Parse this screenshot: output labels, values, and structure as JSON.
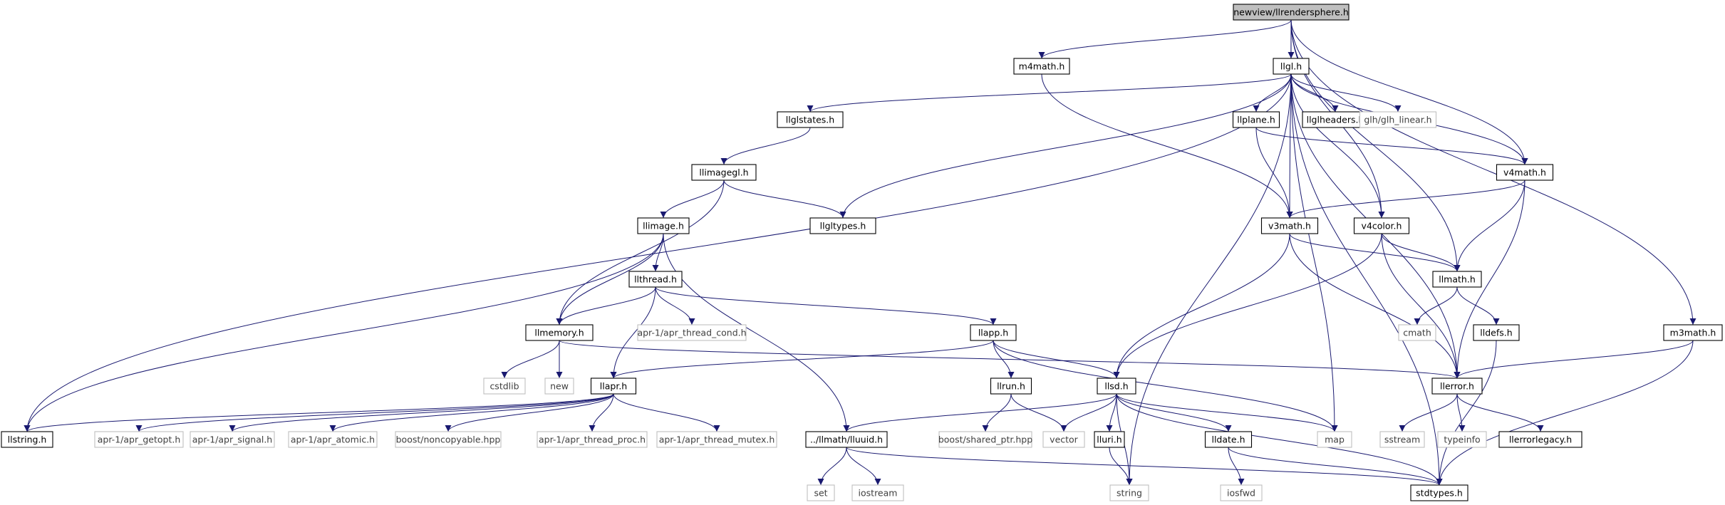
{
  "title": "newview/llrendersphere.h",
  "colors": {
    "edge": "#191970",
    "root_fill": "#bfbfbf",
    "node_border": "#000000",
    "external_border": "#bfbfbf",
    "text": "#000000",
    "external_text": "#404040"
  },
  "nodes": [
    {
      "id": "root",
      "label": "newview/llrendersphere.h",
      "kind": "root"
    },
    {
      "id": "m4math",
      "label": "m4math.h",
      "kind": "file"
    },
    {
      "id": "llgl",
      "label": "llgl.h",
      "kind": "file"
    },
    {
      "id": "m3math",
      "label": "m3math.h",
      "kind": "file"
    },
    {
      "id": "llglstates",
      "label": "llglstates.h",
      "kind": "file"
    },
    {
      "id": "llplane",
      "label": "llplane.h",
      "kind": "file"
    },
    {
      "id": "llglheaders",
      "label": "llglheaders.h",
      "kind": "file"
    },
    {
      "id": "glh",
      "label": "glh/glh_linear.h",
      "kind": "external"
    },
    {
      "id": "llimagegl",
      "label": "llimagegl.h",
      "kind": "file"
    },
    {
      "id": "v4math",
      "label": "v4math.h",
      "kind": "file"
    },
    {
      "id": "llimage",
      "label": "llimage.h",
      "kind": "file"
    },
    {
      "id": "llgltypes",
      "label": "llgltypes.h",
      "kind": "file"
    },
    {
      "id": "v3math",
      "label": "v3math.h",
      "kind": "file"
    },
    {
      "id": "v4color",
      "label": "v4color.h",
      "kind": "file"
    },
    {
      "id": "llthread",
      "label": "llthread.h",
      "kind": "file"
    },
    {
      "id": "llmath",
      "label": "llmath.h",
      "kind": "file"
    },
    {
      "id": "llmemory",
      "label": "llmemory.h",
      "kind": "file"
    },
    {
      "id": "aprcond",
      "label": "apr-1/apr_thread_cond.h",
      "kind": "external"
    },
    {
      "id": "llapp",
      "label": "llapp.h",
      "kind": "file"
    },
    {
      "id": "cmath",
      "label": "cmath",
      "kind": "external"
    },
    {
      "id": "lldefs",
      "label": "lldefs.h",
      "kind": "file"
    },
    {
      "id": "cstdlib",
      "label": "cstdlib",
      "kind": "external"
    },
    {
      "id": "new",
      "label": "new",
      "kind": "external"
    },
    {
      "id": "llapr",
      "label": "llapr.h",
      "kind": "file"
    },
    {
      "id": "llrun",
      "label": "llrun.h",
      "kind": "file"
    },
    {
      "id": "llsd",
      "label": "llsd.h",
      "kind": "file"
    },
    {
      "id": "llerror",
      "label": "llerror.h",
      "kind": "file"
    },
    {
      "id": "llstring",
      "label": "llstring.h",
      "kind": "file"
    },
    {
      "id": "aprgetopt",
      "label": "apr-1/apr_getopt.h",
      "kind": "external"
    },
    {
      "id": "aprsignal",
      "label": "apr-1/apr_signal.h",
      "kind": "external"
    },
    {
      "id": "apratomic",
      "label": "apr-1/apr_atomic.h",
      "kind": "external"
    },
    {
      "id": "boostnc",
      "label": "boost/noncopyable.hpp",
      "kind": "external"
    },
    {
      "id": "aprproc",
      "label": "apr-1/apr_thread_proc.h",
      "kind": "external"
    },
    {
      "id": "aprmutex",
      "label": "apr-1/apr_thread_mutex.h",
      "kind": "external"
    },
    {
      "id": "lluuid",
      "label": "../llmath/lluuid.h",
      "kind": "file"
    },
    {
      "id": "boostsp",
      "label": "boost/shared_ptr.hpp",
      "kind": "external"
    },
    {
      "id": "vector",
      "label": "vector",
      "kind": "external"
    },
    {
      "id": "lluri",
      "label": "lluri.h",
      "kind": "file"
    },
    {
      "id": "lldate",
      "label": "lldate.h",
      "kind": "file"
    },
    {
      "id": "map",
      "label": "map",
      "kind": "external"
    },
    {
      "id": "sstream",
      "label": "sstream",
      "kind": "external"
    },
    {
      "id": "typeinfo",
      "label": "typeinfo",
      "kind": "external"
    },
    {
      "id": "llerrorlegacy",
      "label": "llerrorlegacy.h",
      "kind": "file"
    },
    {
      "id": "set",
      "label": "set",
      "kind": "external"
    },
    {
      "id": "iostream",
      "label": "iostream",
      "kind": "external"
    },
    {
      "id": "string",
      "label": "string",
      "kind": "external"
    },
    {
      "id": "iosfwd",
      "label": "iosfwd",
      "kind": "external"
    },
    {
      "id": "stdtypes",
      "label": "stdtypes.h",
      "kind": "file"
    }
  ],
  "edges": [
    [
      "root",
      "m4math"
    ],
    [
      "root",
      "llgl"
    ],
    [
      "root",
      "m3math"
    ],
    [
      "root",
      "v4math"
    ],
    [
      "root",
      "v3math"
    ],
    [
      "root",
      "v4color"
    ],
    [
      "root",
      "llmath"
    ],
    [
      "m4math",
      "v3math"
    ],
    [
      "llgl",
      "llglstates"
    ],
    [
      "llgl",
      "llplane"
    ],
    [
      "llgl",
      "llglheaders"
    ],
    [
      "llgl",
      "glh"
    ],
    [
      "llgl",
      "llgltypes"
    ],
    [
      "llgl",
      "v4math"
    ],
    [
      "llgl",
      "v4color"
    ],
    [
      "llgl",
      "llstring"
    ],
    [
      "llgl",
      "string"
    ],
    [
      "llgl",
      "map"
    ],
    [
      "llgl",
      "stdtypes"
    ],
    [
      "llgl",
      "llerror"
    ],
    [
      "m3math",
      "llerror"
    ],
    [
      "m3math",
      "stdtypes"
    ],
    [
      "llglstates",
      "llimagegl"
    ],
    [
      "llplane",
      "v3math"
    ],
    [
      "llplane",
      "v4math"
    ],
    [
      "llimagegl",
      "llimage"
    ],
    [
      "llimagegl",
      "llgltypes"
    ],
    [
      "llimagegl",
      "llmemory"
    ],
    [
      "v4math",
      "v3math"
    ],
    [
      "v4math",
      "llmath"
    ],
    [
      "v4math",
      "llerror"
    ],
    [
      "llimage",
      "llthread"
    ],
    [
      "llimage",
      "llmemory"
    ],
    [
      "llimage",
      "lluuid"
    ],
    [
      "llimage",
      "llstring"
    ],
    [
      "v3math",
      "llmath"
    ],
    [
      "v3math",
      "llsd"
    ],
    [
      "v3math",
      "llerror"
    ],
    [
      "v4color",
      "llmath"
    ],
    [
      "v4color",
      "llsd"
    ],
    [
      "v4color",
      "llerror"
    ],
    [
      "llthread",
      "llmemory"
    ],
    [
      "llthread",
      "aprcond"
    ],
    [
      "llthread",
      "llapp"
    ],
    [
      "llthread",
      "llapr"
    ],
    [
      "llmath",
      "cmath"
    ],
    [
      "llmath",
      "lldefs"
    ],
    [
      "llmemory",
      "cstdlib"
    ],
    [
      "llmemory",
      "new"
    ],
    [
      "llmemory",
      "llerror"
    ],
    [
      "llapp",
      "llrun"
    ],
    [
      "llapp",
      "llsd"
    ],
    [
      "llapp",
      "llapr"
    ],
    [
      "llapp",
      "map"
    ],
    [
      "lldefs",
      "stdtypes"
    ],
    [
      "llapr",
      "llstring"
    ],
    [
      "llapr",
      "aprgetopt"
    ],
    [
      "llapr",
      "aprsignal"
    ],
    [
      "llapr",
      "apratomic"
    ],
    [
      "llapr",
      "boostnc"
    ],
    [
      "llapr",
      "aprproc"
    ],
    [
      "llapr",
      "aprmutex"
    ],
    [
      "llrun",
      "boostsp"
    ],
    [
      "llrun",
      "vector"
    ],
    [
      "llsd",
      "lluuid"
    ],
    [
      "llsd",
      "vector"
    ],
    [
      "llsd",
      "lluri"
    ],
    [
      "llsd",
      "lldate"
    ],
    [
      "llsd",
      "map"
    ],
    [
      "llsd",
      "string"
    ],
    [
      "llsd",
      "stdtypes"
    ],
    [
      "llerror",
      "sstream"
    ],
    [
      "llerror",
      "typeinfo"
    ],
    [
      "llerror",
      "llerrorlegacy"
    ],
    [
      "lluuid",
      "set"
    ],
    [
      "lluuid",
      "iostream"
    ],
    [
      "lluuid",
      "stdtypes"
    ],
    [
      "lluri",
      "string"
    ],
    [
      "lldate",
      "iosfwd"
    ],
    [
      "lldate",
      "stdtypes"
    ]
  ]
}
